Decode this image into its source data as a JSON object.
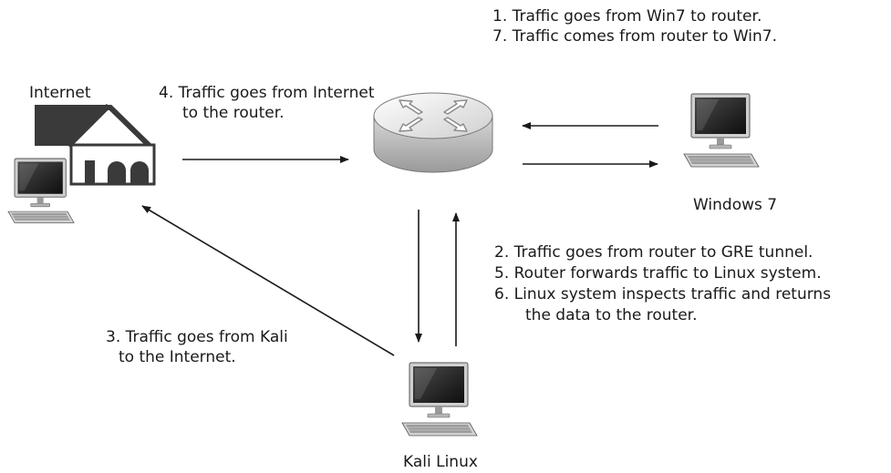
{
  "nodes": {
    "internet": {
      "label": "Internet",
      "icon": "house-with-computer-icon"
    },
    "router": {
      "label": "",
      "icon": "router-icon"
    },
    "windows": {
      "label": "Windows 7",
      "icon": "computer-icon"
    },
    "kali": {
      "label": "Kali Linux",
      "icon": "computer-icon"
    }
  },
  "annotations": {
    "win_router": [
      "1. Traffic goes from Win7 to router.",
      "7. Traffic comes from router to Win7."
    ],
    "internet_router": [
      "4. Traffic goes from Internet",
      "to the router."
    ],
    "router_kali": [
      "2. Traffic goes from router to GRE tunnel.",
      "5. Router forwards traffic to Linux system.",
      "6. Linux system inspects traffic and returns",
      "the data to the router."
    ],
    "kali_internet": [
      "3. Traffic goes from Kali",
      "to the Internet."
    ]
  },
  "colors": {
    "line": "#1a1a1a",
    "house": "#3a3a3a",
    "router_top": "#f2f2f2",
    "router_side": "#c8c8c8",
    "screen": "#2a2a2a"
  }
}
